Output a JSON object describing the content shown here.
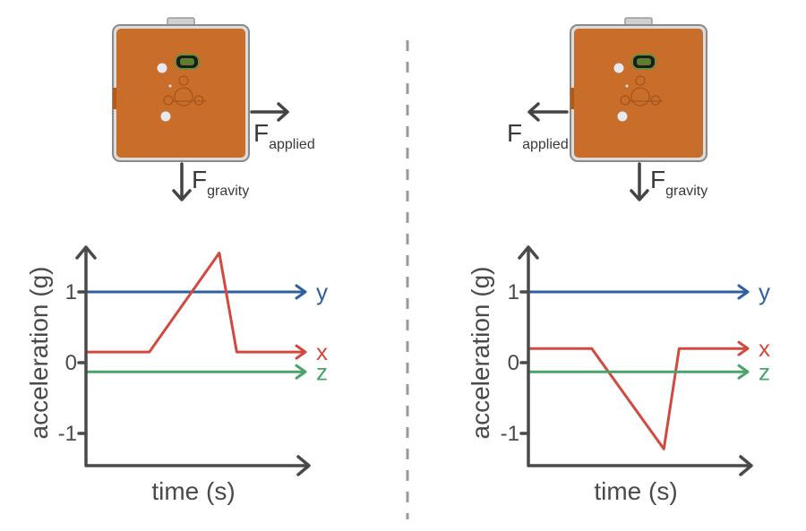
{
  "colors": {
    "device_body": "#c96e2a",
    "device_frame": "#9a9a9a",
    "axis": "#4a4a4a",
    "y_series": "#2f5f9e",
    "x_series": "#d1493f",
    "z_series": "#4aa36a"
  },
  "panels": [
    {
      "device": {
        "applied_main": "F",
        "applied_sub": "applied",
        "gravity_main": "F",
        "gravity_sub": "gravity",
        "applied_direction": "right"
      },
      "chart_data": {
        "type": "line",
        "xlabel": "time (s)",
        "ylabel": "acceleration (g)",
        "ylim": [
          -1.5,
          1.7
        ],
        "yticks": [
          "1",
          "0",
          "-1"
        ],
        "series": [
          {
            "name": "y",
            "x": [
              0,
              1
            ],
            "values": [
              1.0,
              1.0
            ]
          },
          {
            "name": "x",
            "x": [
              0,
              0.29,
              0.61,
              0.69,
              1
            ],
            "values": [
              0.15,
              0.15,
              1.55,
              0.15,
              0.15
            ]
          },
          {
            "name": "z",
            "x": [
              0,
              1
            ],
            "values": [
              -0.13,
              -0.13
            ]
          }
        ]
      }
    },
    {
      "device": {
        "applied_main": "F",
        "applied_sub": "applied",
        "gravity_main": "F",
        "gravity_sub": "gravity",
        "applied_direction": "left"
      },
      "chart_data": {
        "type": "line",
        "xlabel": "time (s)",
        "ylabel": "acceleration (g)",
        "ylim": [
          -1.5,
          1.7
        ],
        "yticks": [
          "1",
          "0",
          "-1"
        ],
        "series": [
          {
            "name": "y",
            "x": [
              0,
              1
            ],
            "values": [
              1.0,
              1.0
            ]
          },
          {
            "name": "x",
            "x": [
              0,
              0.29,
              0.62,
              0.69,
              1
            ],
            "values": [
              0.2,
              0.2,
              -1.22,
              0.2,
              0.2
            ]
          },
          {
            "name": "z",
            "x": [
              0,
              1
            ],
            "values": [
              -0.13,
              -0.13
            ]
          }
        ]
      }
    }
  ]
}
